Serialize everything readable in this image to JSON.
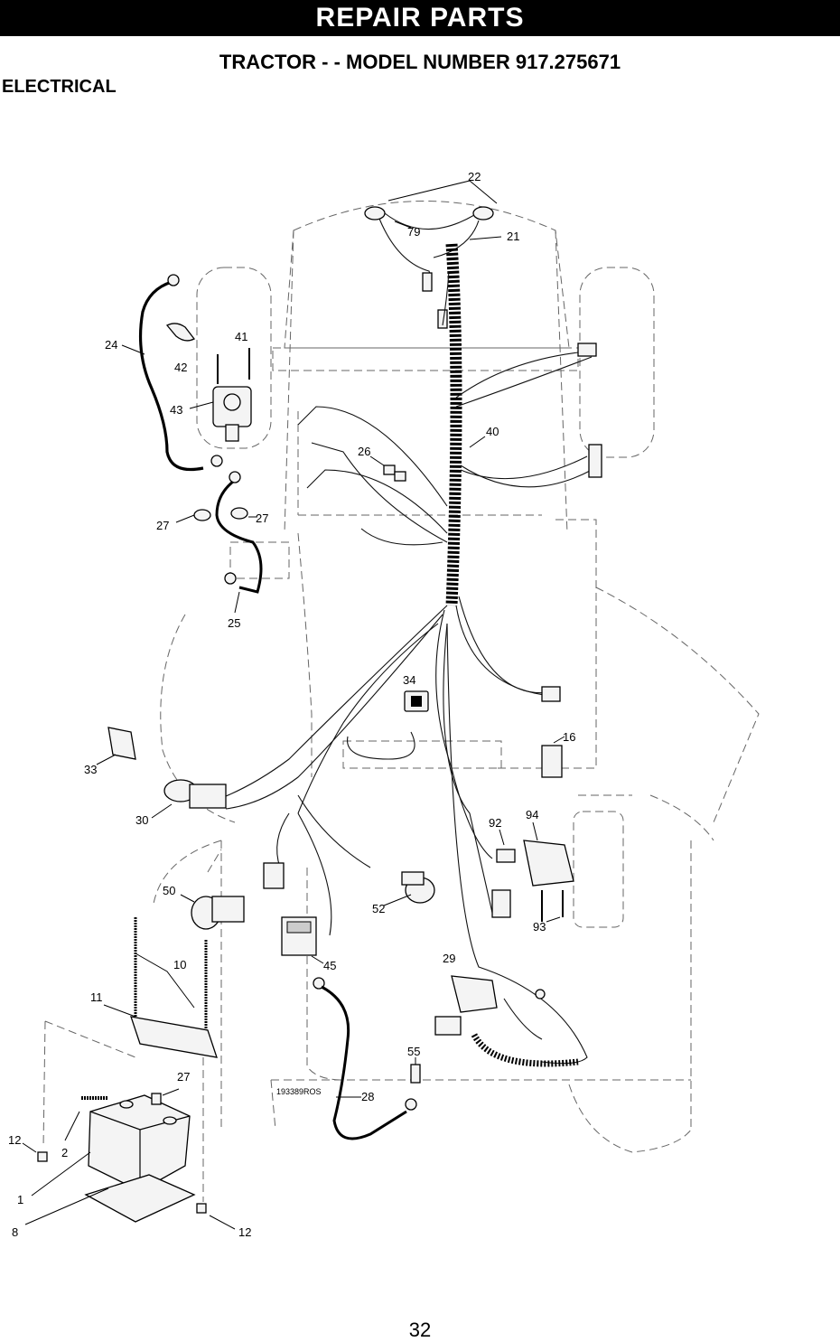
{
  "header": {
    "banner": "REPAIR PARTS",
    "title": "TRACTOR - - MODEL NUMBER 917.275671",
    "section": "ELECTRICAL"
  },
  "diagram": {
    "drawing_number": "193389ROS",
    "callouts": [
      "22",
      "79",
      "21",
      "24",
      "41",
      "42",
      "43",
      "40",
      "26",
      "27",
      "27",
      "25",
      "34",
      "16",
      "33",
      "30",
      "92",
      "94",
      "93",
      "50",
      "52",
      "10",
      "45",
      "11",
      "29",
      "55",
      "27",
      "28",
      "12",
      "2",
      "1",
      "8",
      "12"
    ]
  },
  "footer": {
    "page_number": "32"
  }
}
